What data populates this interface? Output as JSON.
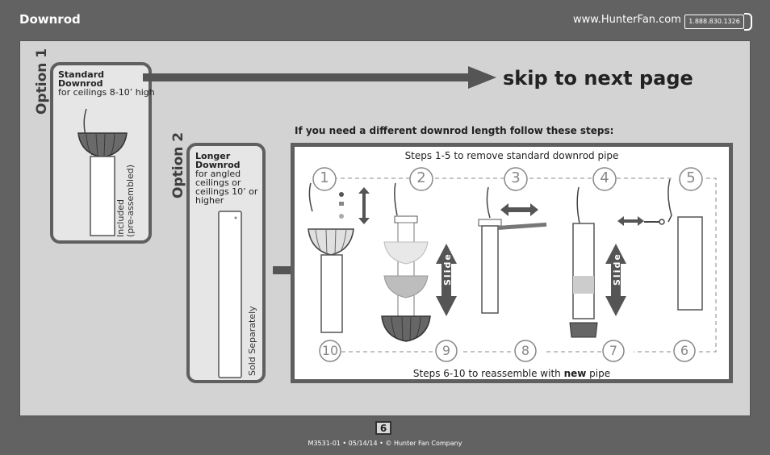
{
  "header": {
    "title": "Downrod",
    "url": "www.HunterFan.com",
    "phone": "1.888.830.1326"
  },
  "option1": {
    "label": "Option 1",
    "heading_line1": "Standard",
    "heading_line2": "Downrod",
    "desc": "for ceilings 8-10’ high",
    "side_line1": "Included",
    "side_line2": "(pre-assembled)"
  },
  "option2": {
    "label": "Option 2",
    "heading_line1": "Longer",
    "heading_line2": "Downrod",
    "desc_lines": [
      "for angled",
      "ceilings or",
      "ceilings 10’ or",
      "higher"
    ],
    "side": "Sold Separately"
  },
  "skip": "skip to next page",
  "instruction": "If you need a different downrod length follow these steps:",
  "steps": {
    "top_caption": "Steps 1-5 to remove standard downrod pipe",
    "bottom_prefix": "Steps 6-10 to reassemble with ",
    "bottom_bold": "new",
    "bottom_suffix": " pipe",
    "top_numbers": [
      "1",
      "2",
      "3",
      "4",
      "5"
    ],
    "bottom_numbers": [
      "10",
      "9",
      "8",
      "7",
      "6"
    ],
    "slide_label": "Slide"
  },
  "footer": {
    "page": "6",
    "text": "M3531-01 • 05/14/14 • © Hunter Fan Company"
  },
  "colors": {
    "background": "#626262",
    "panel": "#d3d3d3",
    "border": "#5f5f5f",
    "box": "#e6e6e6"
  }
}
